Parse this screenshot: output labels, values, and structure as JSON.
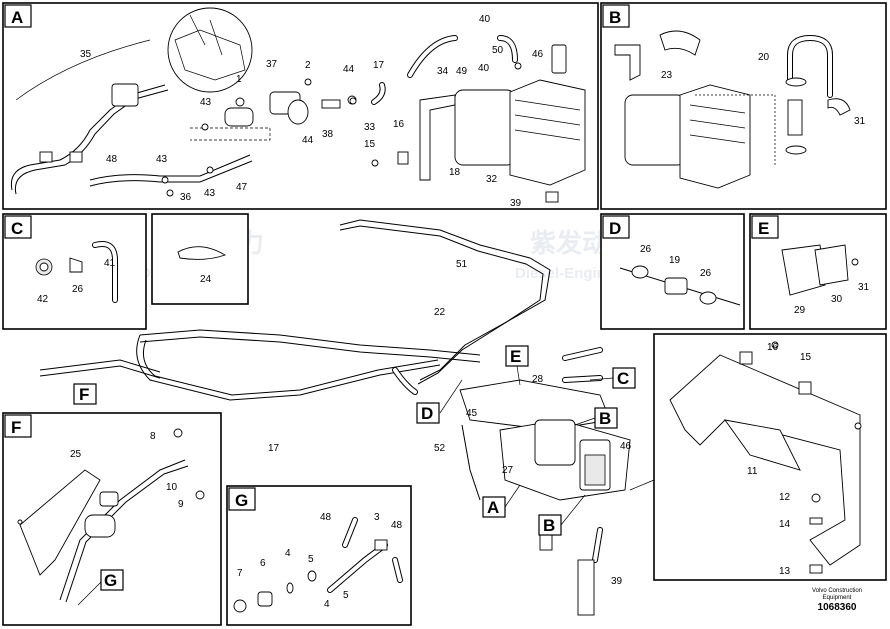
{
  "panels": {
    "A": "A",
    "B": "B",
    "C": "C",
    "D": "D",
    "E": "E",
    "F": "F",
    "G": "G"
  },
  "callouts": {
    "A": [
      "35",
      "37",
      "1",
      "2",
      "44",
      "17",
      "34",
      "49",
      "40",
      "50",
      "40",
      "46",
      "43",
      "38",
      "44",
      "33",
      "16",
      "15",
      "18",
      "32",
      "39",
      "48",
      "43",
      "43",
      "47",
      "36"
    ],
    "B": [
      "23",
      "20",
      "31"
    ],
    "C": [
      "42",
      "26",
      "41"
    ],
    "tie": [
      "24"
    ],
    "D": [
      "26",
      "19",
      "26"
    ],
    "E": [
      "31",
      "29",
      "30"
    ],
    "main": [
      "51",
      "22",
      "28",
      "45",
      "46",
      "52",
      "27",
      "17",
      "39"
    ],
    "F": [
      "25",
      "8",
      "10",
      "9"
    ],
    "G": [
      "7",
      "6",
      "5",
      "4",
      "48",
      "3",
      "48",
      "4",
      "5"
    ],
    "bracket": [
      "16",
      "15",
      "11",
      "12",
      "14",
      "13"
    ]
  },
  "main_tags": {
    "E": "E",
    "C": "C",
    "D": "D",
    "B1": "B",
    "A": "A",
    "B2": "B",
    "F": "F",
    "G": "G"
  },
  "footer": {
    "line1": "Volvo Construction",
    "line2": "Equipment",
    "id": "1068360"
  },
  "watermark": {
    "cn": "紫发动力",
    "en": "Diesel-Engines"
  }
}
